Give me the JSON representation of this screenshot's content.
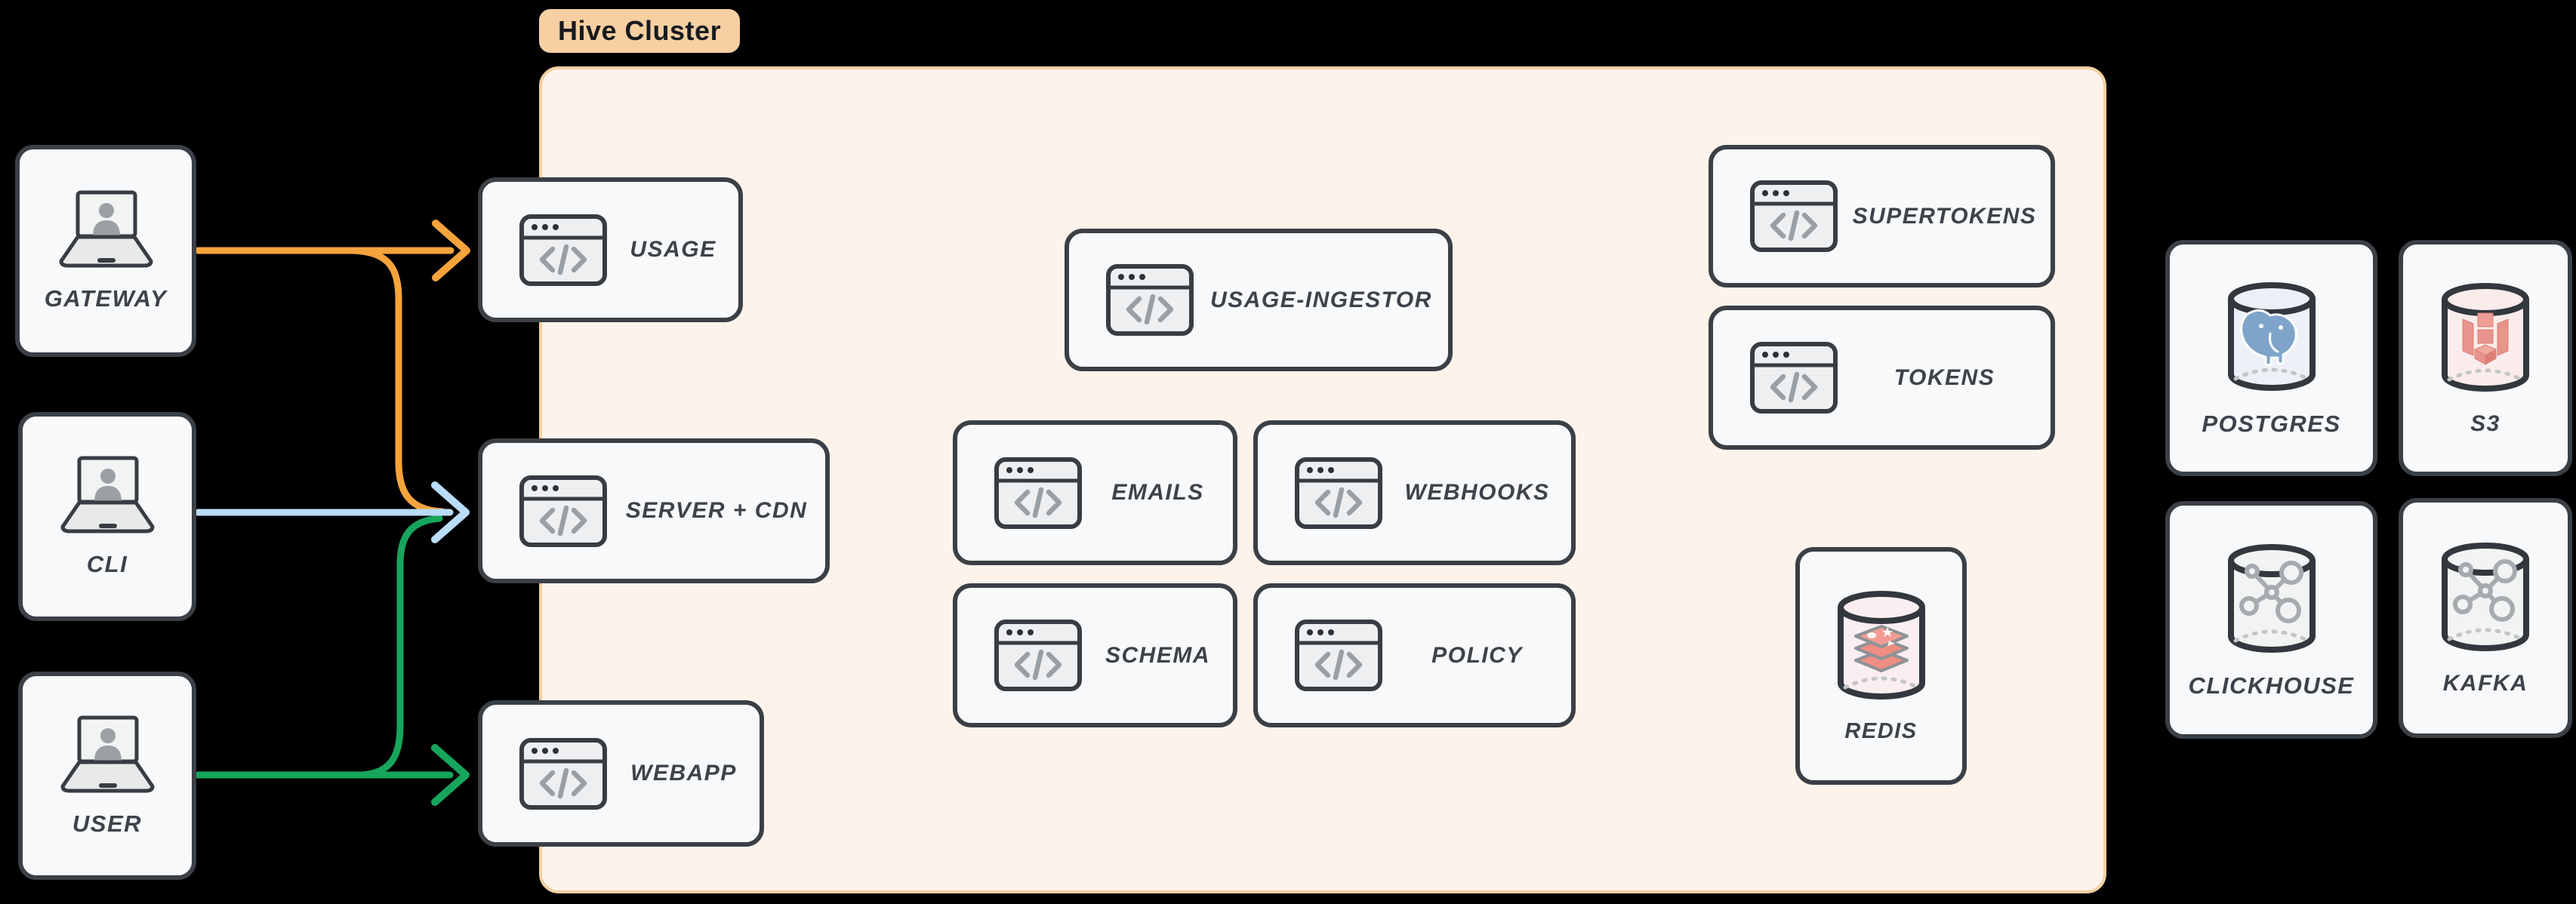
{
  "diagram": {
    "cluster": {
      "label": "Hive Cluster"
    },
    "clients": [
      {
        "id": "gateway",
        "label": "GATEWAY"
      },
      {
        "id": "cli",
        "label": "CLI"
      },
      {
        "id": "user",
        "label": "USER"
      }
    ],
    "services": [
      {
        "id": "usage",
        "label": "USAGE"
      },
      {
        "id": "server-cdn",
        "label": "SERVER + CDN"
      },
      {
        "id": "webapp",
        "label": "WEBAPP"
      },
      {
        "id": "usage-ingestor",
        "label": "USAGE-INGESTOR"
      },
      {
        "id": "emails",
        "label": "EMAILS"
      },
      {
        "id": "webhooks",
        "label": "WEBHOOKS"
      },
      {
        "id": "schema",
        "label": "SCHEMA"
      },
      {
        "id": "policy",
        "label": "POLICY"
      },
      {
        "id": "supertokens",
        "label": "SUPERTOKENS"
      },
      {
        "id": "tokens",
        "label": "TOKENS"
      }
    ],
    "datastores": [
      {
        "id": "redis",
        "label": "REDIS",
        "icon": "redis-database-icon"
      },
      {
        "id": "postgres",
        "label": "POSTGRES",
        "icon": "postgres-database-icon"
      },
      {
        "id": "s3",
        "label": "S3",
        "icon": "s3-database-icon"
      },
      {
        "id": "clickhouse",
        "label": "CLICKHOUSE",
        "icon": "clickhouse-database-icon"
      },
      {
        "id": "kafka",
        "label": "KAFKA",
        "icon": "kafka-database-icon"
      }
    ],
    "arrows": [
      {
        "from": "GATEWAY",
        "to": "USAGE",
        "color": "#f5a43c"
      },
      {
        "from": "GATEWAY",
        "to": "SERVER + CDN",
        "color": "#f5a43c"
      },
      {
        "from": "CLI",
        "to": "SERVER + CDN",
        "color": "#b9dcf8"
      },
      {
        "from": "USER",
        "to": "SERVER + CDN",
        "color": "#17a55c"
      },
      {
        "from": "USER",
        "to": "WEBAPP",
        "color": "#17a55c"
      }
    ],
    "colors": {
      "background": "#000000",
      "cluster_fill": "#fdf3eb",
      "cluster_border": "#f6cfa2",
      "badge_fill": "#f6cfa2",
      "node_fill": "#f8f9fa",
      "node_border": "#3a4045",
      "label_text": "#3d434a"
    }
  }
}
